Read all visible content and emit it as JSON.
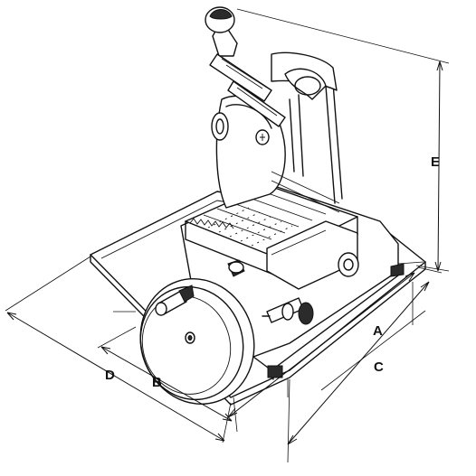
{
  "diagram": {
    "dimension_labels": {
      "A": "A",
      "B": "B",
      "C": "C",
      "D": "D",
      "E": "E"
    }
  }
}
